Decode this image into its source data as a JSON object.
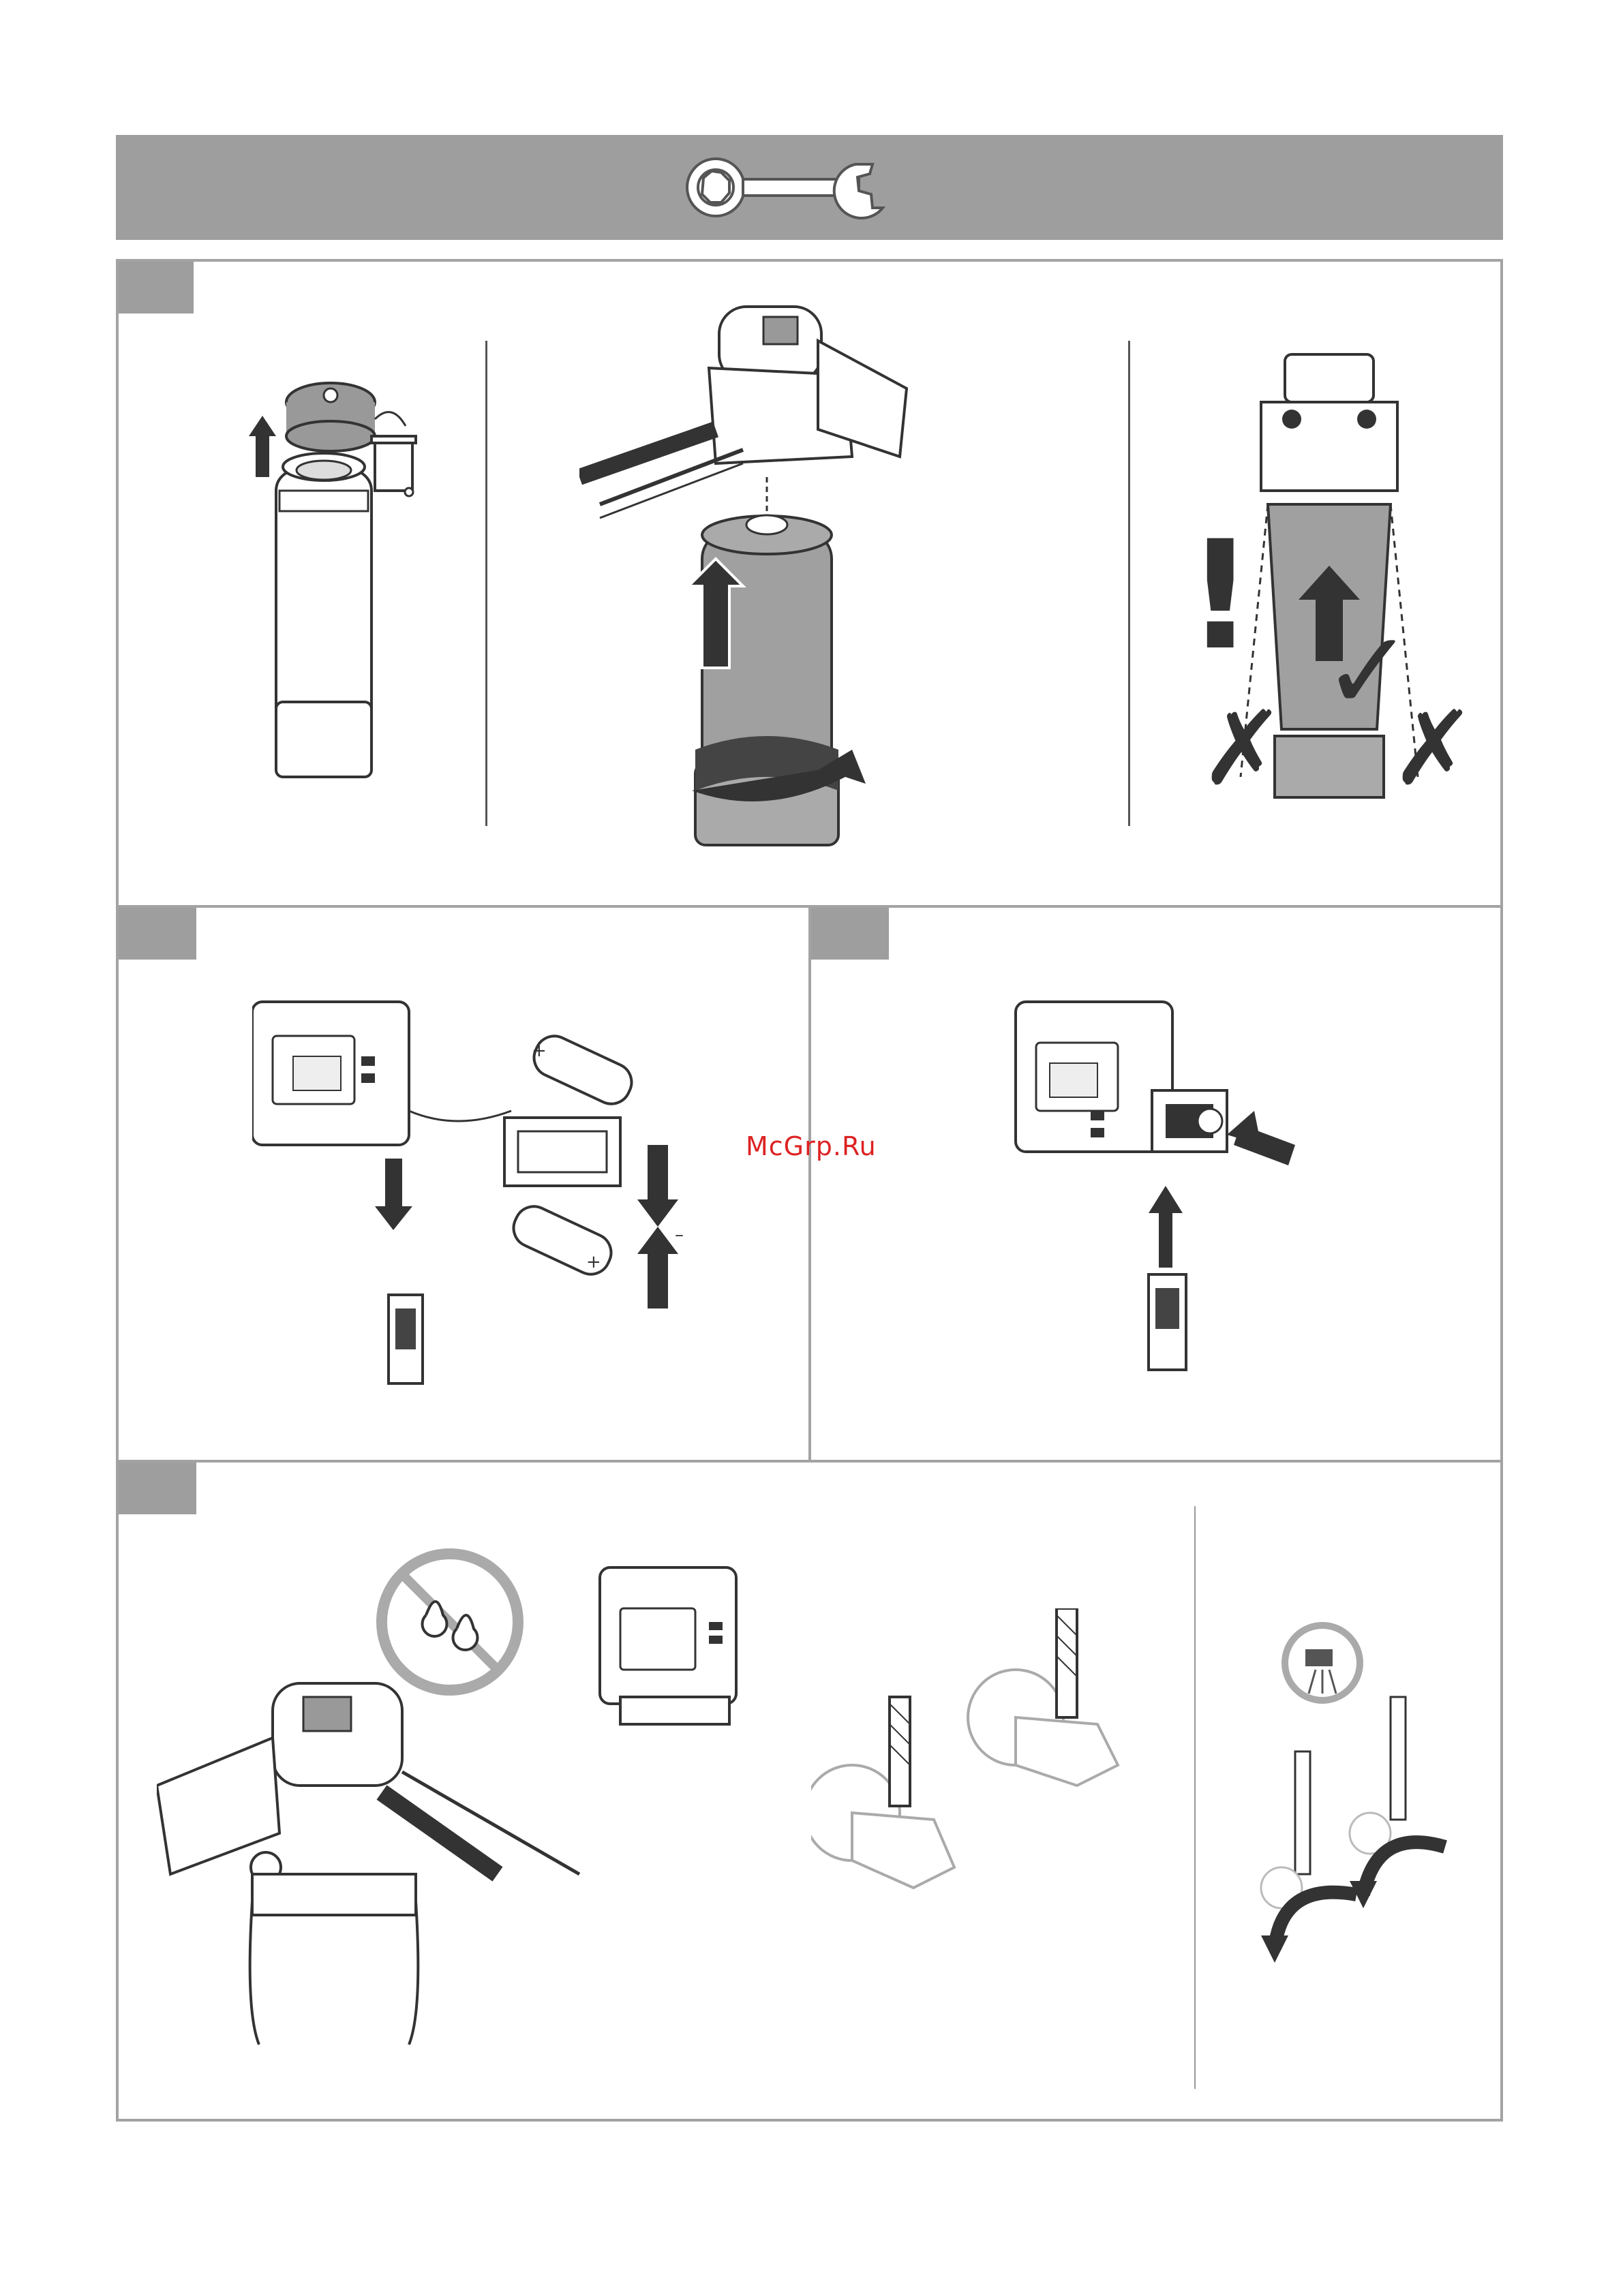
{
  "header": {
    "icon": "wrench-icon",
    "background": "#9e9e9e"
  },
  "watermark": {
    "text": "McGrp.Ru",
    "color": "#dd2222"
  },
  "steps": [
    {
      "id": "step-1",
      "panels": [
        "cartridge-disposal",
        "cartridge-removal",
        "alignment-warning"
      ]
    },
    {
      "id": "step-2",
      "panels": [
        "battery-replacement"
      ]
    },
    {
      "id": "step-3",
      "panels": [
        "battery-insert"
      ]
    },
    {
      "id": "step-4",
      "panels": [
        "connection-check",
        "valve-detail",
        "valve-open"
      ]
    }
  ],
  "symbols": {
    "warning": "!",
    "check": "✓",
    "cross": "✗",
    "battery_plus": "+",
    "battery_minus": "–"
  }
}
